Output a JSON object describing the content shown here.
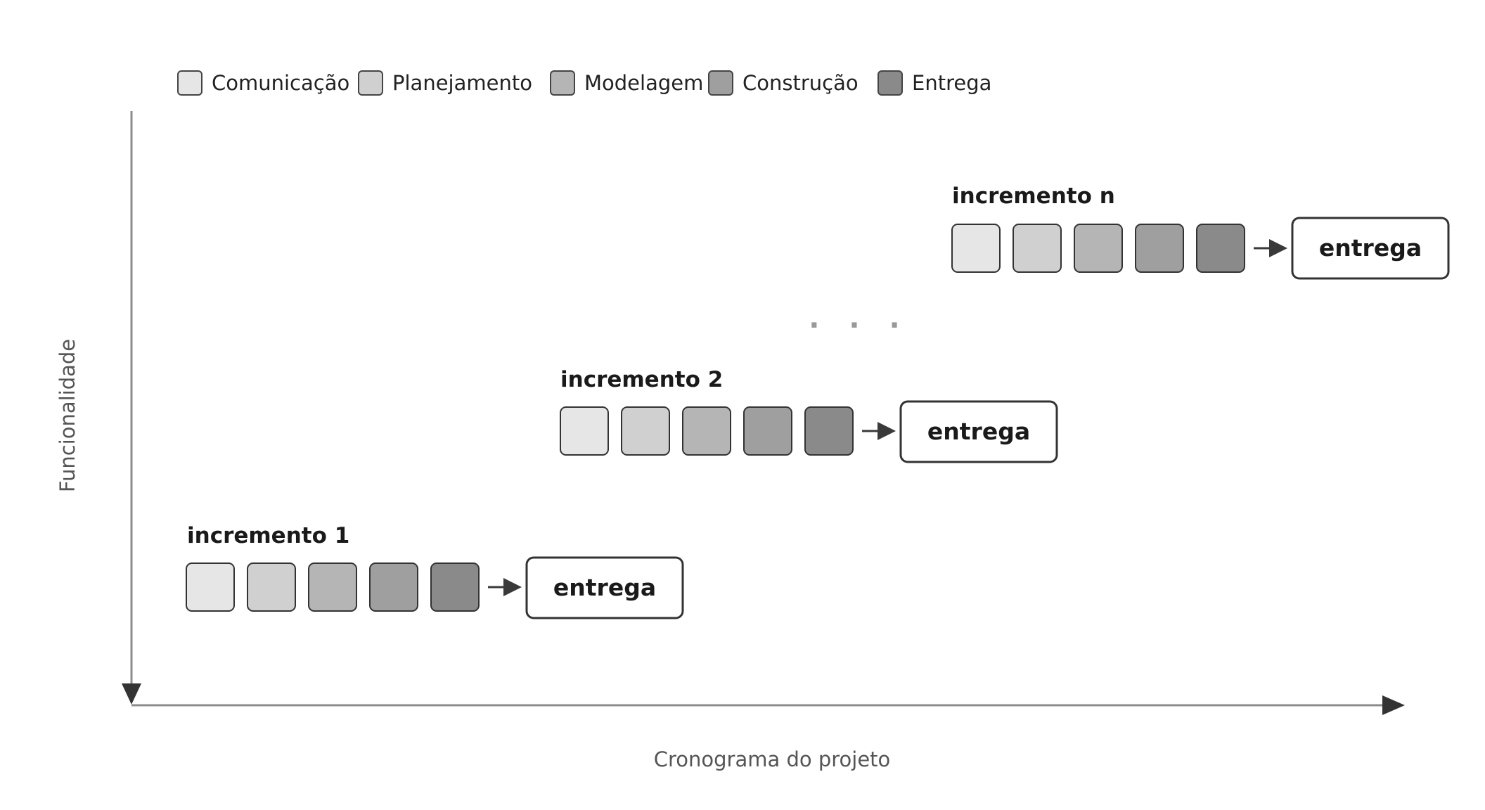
{
  "legend": {
    "items": [
      {
        "label": "Comunicação",
        "color": "#e6e6e6"
      },
      {
        "label": "Planejamento",
        "color": "#d0d0d0"
      },
      {
        "label": "Modelagem",
        "color": "#b5b5b5"
      },
      {
        "label": "Construção",
        "color": "#9f9f9f"
      },
      {
        "label": "Entrega",
        "color": "#8a8a8a"
      }
    ]
  },
  "increments": [
    {
      "title": "incremento 1",
      "delivery_label": "entrega"
    },
    {
      "title": "incremento 2",
      "delivery_label": "entrega"
    },
    {
      "title": "incremento n",
      "delivery_label": "entrega"
    }
  ],
  "ellipsis": ". . .",
  "axes": {
    "x_label": "Cronograma do projeto",
    "y_label": "Funcionalidade"
  },
  "colors": {
    "axis": "#8c8c8c",
    "arrow": "#3a3a3a",
    "box_stroke": "#333333"
  }
}
